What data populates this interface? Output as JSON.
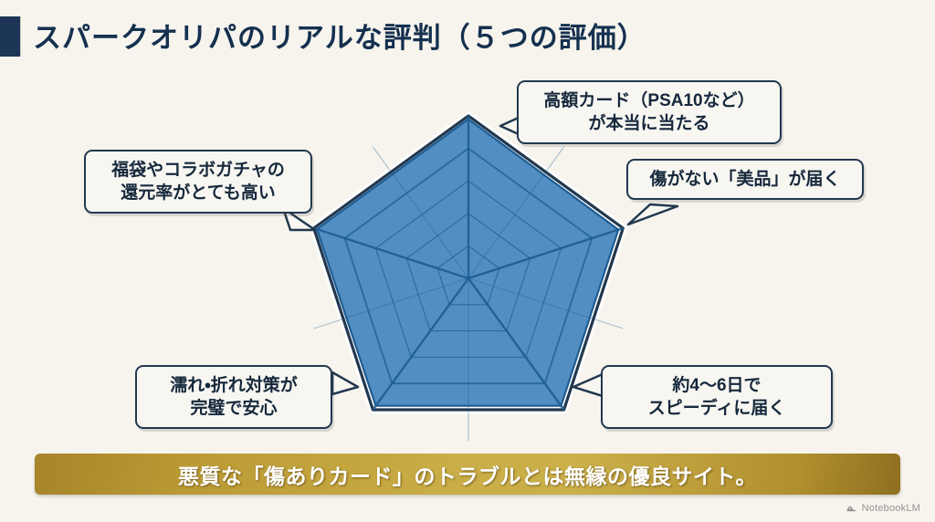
{
  "page": {
    "title": "スパークオリパのリアルな評判（５つの評価）",
    "background_color": "#f6f4ed",
    "accent_color": "#1d3557"
  },
  "callouts": {
    "top": {
      "line1": "高額カード（PSA10など）",
      "line2": "が本当に当たる"
    },
    "right": {
      "line1": "傷がない「美品」が届く",
      "line2": ""
    },
    "left": {
      "line1": "福袋やコラボガチャの",
      "line2": "還元率がとても高い"
    },
    "bottom_left": {
      "line1": "濡れ・折れ対策が",
      "line2": "完璧で安心"
    },
    "bottom_right": {
      "line1": "約4〜6日で",
      "line2": "スピーディに届く"
    }
  },
  "banner": {
    "text": "悪質な「傷ありカード」のトラブルとは無縁の優良サイト。",
    "color_start": "#a7842a",
    "color_end": "#8e6f20"
  },
  "watermark": {
    "label": "NotebookLM",
    "icon": "notebooklm-icon"
  },
  "chart_data": {
    "type": "radar",
    "title": "スパークオリパのリアルな評判（５つの評価）",
    "categories": [
      "高額カード（PSA10など）が本当に当たる",
      "傷がない「美品」が届く",
      "約4〜6日でスピーディに届く",
      "濡れ・折れ対策が完璧で安心",
      "福袋やコラボガチャの還元率がとても高い"
    ],
    "series": [
      {
        "name": "スパークオリパ",
        "values": [
          4.9,
          4.85,
          4.85,
          4.85,
          4.9
        ]
      }
    ],
    "rmax": 5,
    "rings": 5,
    "grid": true,
    "legend": false,
    "fill_color": "#4384bd",
    "line_color": "#1d5c93",
    "frame_color": "#22384f"
  }
}
